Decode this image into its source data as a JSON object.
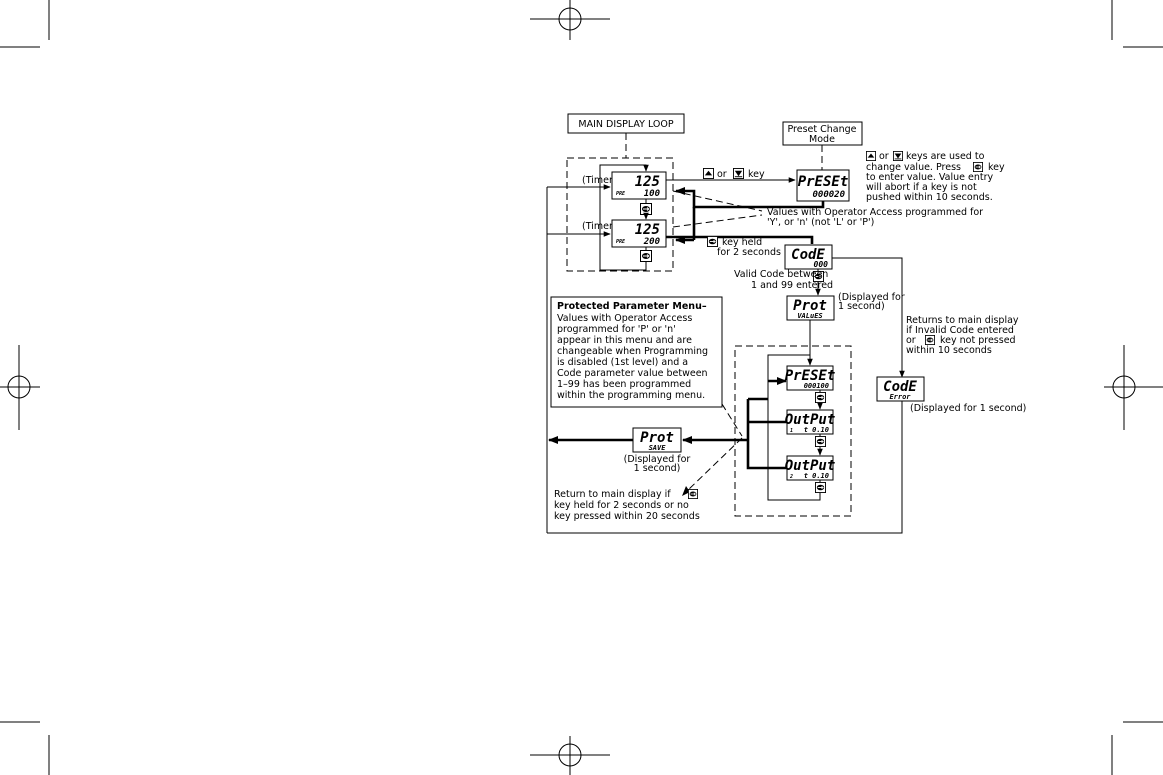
{
  "main_display_loop_label": "MAIN DISPLAY LOOP",
  "preset_change_mode_label": [
    "Preset Change",
    "Mode"
  ],
  "timer_label": "(Timer)",
  "display_main_1": {
    "top": "125",
    "bottom": "100",
    "prefix": "PRE"
  },
  "display_main_2": {
    "top": "125",
    "bottom": "200",
    "prefix": "PRE"
  },
  "display_preset_change": {
    "top": "PrESEt",
    "bottom": "000020"
  },
  "display_code": {
    "top": "CodE",
    "bottom": "000"
  },
  "display_prot_values": {
    "top": "Prot",
    "bottom": "VALuES"
  },
  "display_code_error": {
    "top": "CodE",
    "bottom": "Error"
  },
  "display_preset_prot": {
    "top": "PrESEt",
    "bottom": "000100"
  },
  "display_output1": {
    "top": "OutPut",
    "bottom": "t 0.10",
    "index": "1"
  },
  "display_output2": {
    "top": "OutPut",
    "bottom": "t 0.10",
    "index": "2"
  },
  "display_prot_save": {
    "top": "Prot",
    "bottom": "SAVE"
  },
  "up_down_key_label": [
    "or",
    "key"
  ],
  "preset_change_note": [
    "keys are used to",
    "change value. Press",
    "key",
    "to enter value. Value entry",
    "will abort if a key is not",
    "pushed within 10 seconds."
  ],
  "operator_access_note": [
    "Values with Operator Access programmed for",
    "'Y', or 'n' (not 'L' or 'P')"
  ],
  "key_held_note": [
    "key held",
    "for 2 seconds"
  ],
  "valid_code_note": [
    "Valid Code between",
    "1 and 99 entered"
  ],
  "displayed_1s_note": [
    "(Displayed for",
    "1 second)"
  ],
  "displayed_1s_inline": "(Displayed for 1 second)",
  "returns_main_note": [
    "Returns to main display",
    "if Invalid Code entered",
    "or",
    "key not pressed",
    "within 10 seconds"
  ],
  "protected_menu_title": "Protected Parameter Menu–",
  "protected_menu_text": [
    "Values with Operator Access",
    "programmed for 'P' or 'n'",
    "appear in this menu and are",
    "changeable when Programming",
    "is disabled (1st level) and a",
    "Code parameter value between",
    "1–99 has been programmed",
    "within the programming menu."
  ],
  "return_main_note": [
    "Return to main display if",
    "key held for 2 seconds or no",
    "key pressed within 20 seconds"
  ],
  "icons": [
    "up-arrow-key-icon",
    "down-arrow-key-icon",
    "sel-key-icon"
  ]
}
